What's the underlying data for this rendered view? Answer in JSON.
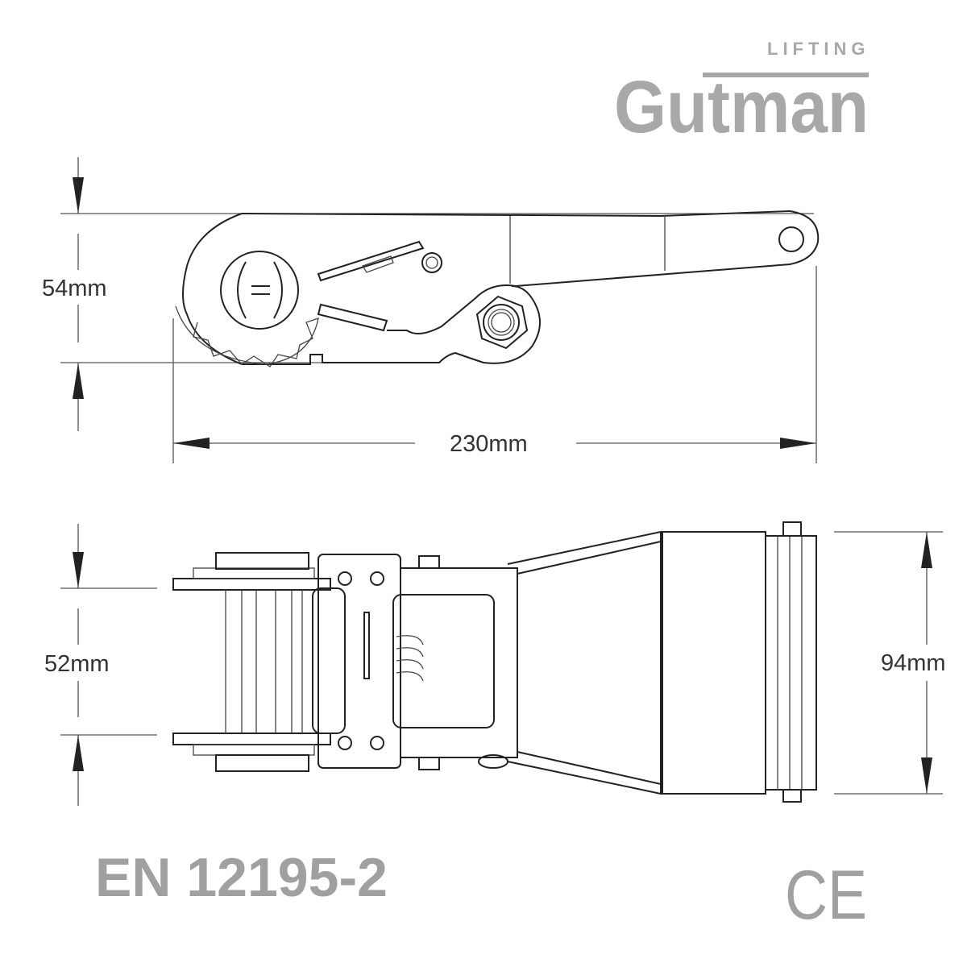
{
  "logo": {
    "brand": "Gutman",
    "sub": "LIFTING"
  },
  "dimensions": {
    "height_side": "54mm",
    "length": "230mm",
    "width_body": "52mm",
    "width_handle": "94mm"
  },
  "standard": "EN 12195-2",
  "ce_mark": "CE",
  "colors": {
    "logo": "#a8a8a8",
    "lines": "#222222"
  }
}
